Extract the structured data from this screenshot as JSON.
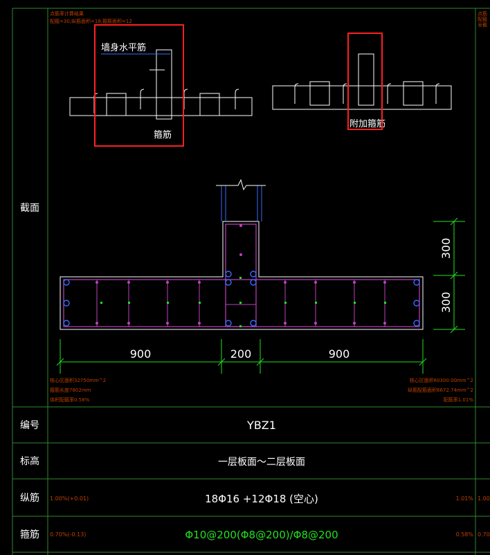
{
  "colors": {
    "background": "#000000",
    "table_line": "#2f8a2f",
    "text": "#ffffff",
    "concrete_outline": "#ffffff",
    "rebar_outline": "#c040c0",
    "rebar_dot": "#3a6cff",
    "dimension": "#22e022",
    "annotation": "#ff4b2b",
    "highlight_box": "#ff2020",
    "stirrup_text": "#22e022",
    "small_note": "#c04000"
  },
  "table": {
    "section_label": "截面",
    "number_label": "编号",
    "number_value": "YBZ1",
    "elevation_label": "标高",
    "elevation_value": "一层板面～二层板面",
    "longitudinal_label": "纵筋",
    "longitudinal_value": "18Φ16 +12Φ18 (空心)",
    "longitudinal_left_note": "1.00%(+0.01)",
    "longitudinal_right_note": "1.01%",
    "longitudinal_far_right_note": "1.00",
    "stirrup_label": "箍筋",
    "stirrup_value": "Φ10@200(Φ8@200)/Φ8@200",
    "stirrup_left_note": "0.70%(-0.13)",
    "stirrup_right_note": "0.58%",
    "stirrup_far_right_note": "0.70"
  },
  "top_left_notes": [
    "点筋率计算结果",
    "配箍=30,纵筋面积=18,箍筋面积=12"
  ],
  "top_right_notes": [
    "点筋",
    "配箍",
    "全截"
  ],
  "callouts": {
    "wall_horizontal": "墙身水平筋",
    "stirrup": "箍筋",
    "additional_stirrup": "附加箍筋"
  },
  "dimensions": {
    "left_width": "900",
    "middle_width": "200",
    "right_width": "900",
    "upper_height": "300",
    "lower_height": "300"
  },
  "notes_left": [
    "核心区面积32750mm^2",
    "箍筋长度7802mm",
    "体积配箍率0.58%"
  ],
  "notes_right": [
    "核心区面积60300.00mm^2",
    "纵筋配筋面积6672.74mm^2",
    "配筋率1.01%"
  ]
}
